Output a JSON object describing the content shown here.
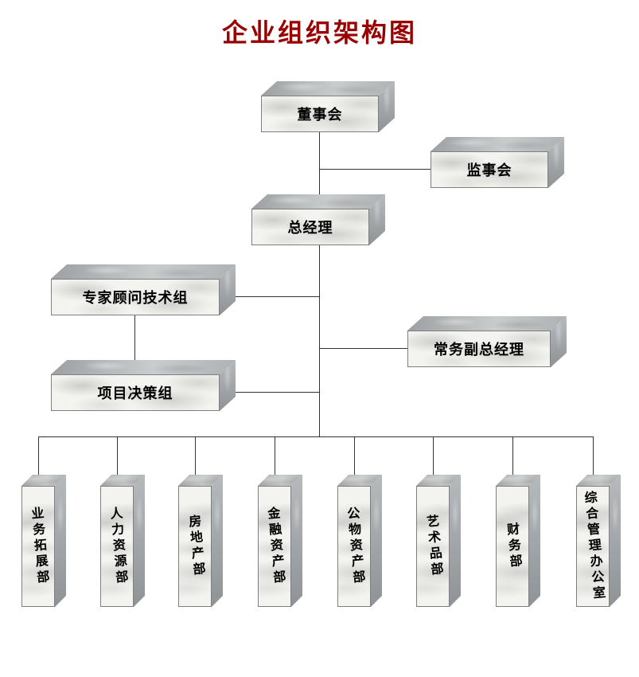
{
  "title": "企业组织架构图",
  "colors": {
    "title": "#990000",
    "box_face": "#f3f3f0",
    "box_top": "#aeb1b3",
    "box_side": "#9b9ea0",
    "line": "#333333"
  },
  "nodes": {
    "board": "董事会",
    "supervisory": "监事会",
    "general_manager": "总经理",
    "expert_group": "专家顾问技术组",
    "project_group": "项目决策组",
    "deputy_general_manager": "常务副总经理"
  },
  "departments": [
    "业务拓展部",
    "人力资源部",
    "房地产部",
    "金融资产部",
    "公物资产部",
    "艺术品部",
    "财务部",
    "综合管理办公室"
  ],
  "edges": [
    [
      "board",
      "general_manager"
    ],
    [
      "board-general_manager-link",
      "supervisory"
    ],
    [
      "general_manager",
      "expert_group"
    ],
    [
      "expert_group",
      "project_group"
    ],
    [
      "project_group",
      "general_manager"
    ],
    [
      "general_manager",
      "deputy_general_manager"
    ],
    [
      "general_manager",
      "all-departments"
    ]
  ]
}
